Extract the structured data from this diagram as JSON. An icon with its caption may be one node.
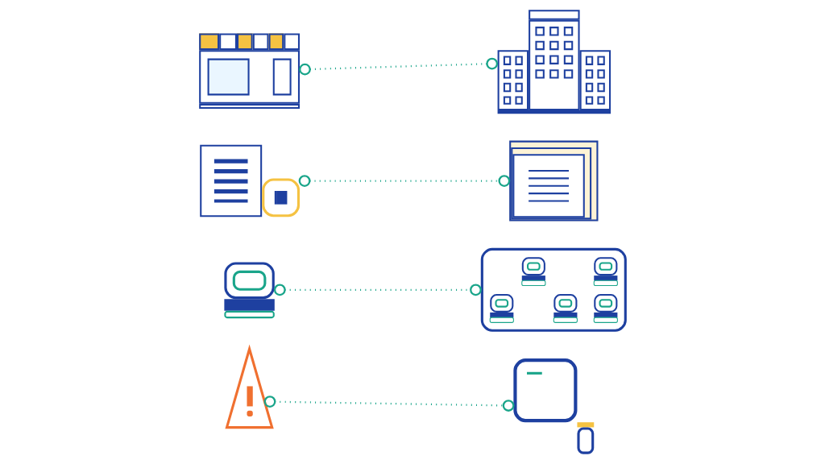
{
  "diagram": {
    "nodes": [
      {
        "text": [],
        "shape": "picture"
      },
      {
        "text": [],
        "shape": "picture"
      },
      {
        "text": [],
        "shape": "picture"
      },
      {
        "text": [],
        "shape": "picture"
      },
      {
        "text": [],
        "shape": "picture"
      },
      {
        "text": [],
        "shape": "picture"
      },
      {
        "text": [],
        "shape": "picture"
      },
      {
        "text": [],
        "shape": "picture"
      }
    ],
    "edges": [
      {
        "from": 0,
        "to": 1,
        "arrow": "other",
        "style": "dashed"
      },
      {
        "from": 2,
        "to": 3,
        "arrow": "other",
        "style": "dashed"
      },
      {
        "from": 4,
        "to": 5,
        "arrow": "other",
        "style": "dashed"
      },
      {
        "from": 6,
        "to": 7,
        "arrow": "other",
        "style": "dashed"
      }
    ]
  }
}
